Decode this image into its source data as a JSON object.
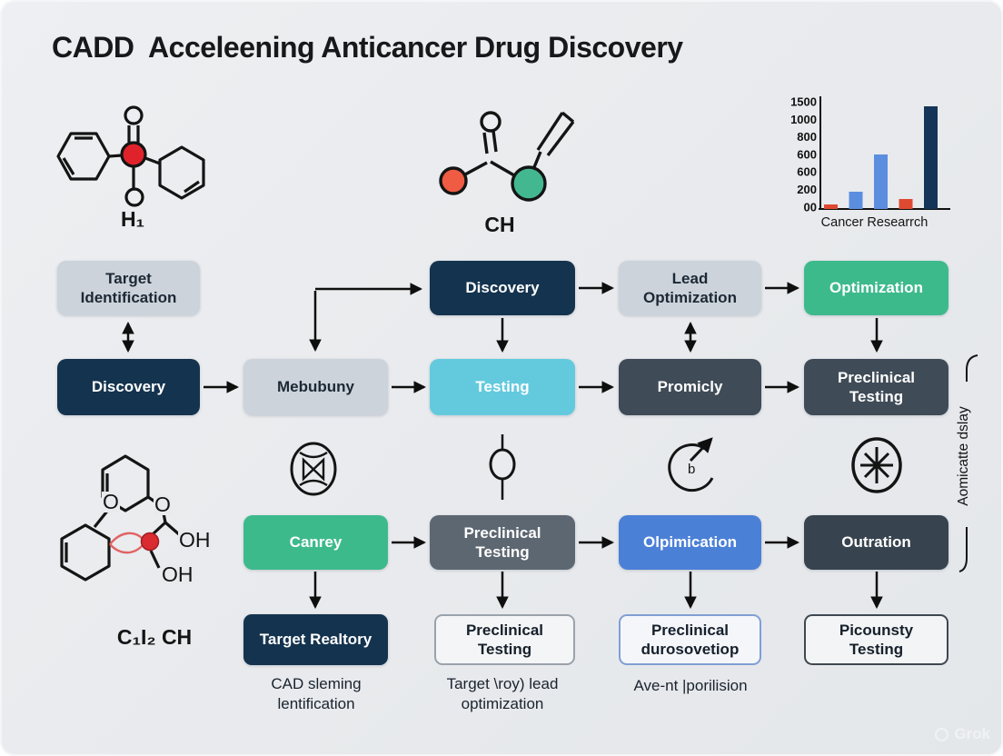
{
  "title": "CADD  Acceleening Anticancer Drug Discovery",
  "molecules": {
    "top_left_label": "H₁",
    "middle_label": "CH",
    "bottom_left_label": "C₁I₂ CH",
    "bottom_left_atoms": {
      "o1": "O",
      "o2": "O",
      "oh1": "OH",
      "oh2": "OH"
    }
  },
  "chart_data": {
    "type": "bar",
    "title": "",
    "xlabel": "Cancer Researrch",
    "ylabel": "",
    "ytick_labels": [
      "1500",
      "1000",
      "800",
      "600",
      "600",
      "200",
      "00"
    ],
    "categories": [
      "",
      "",
      "",
      "",
      ""
    ],
    "values": [
      60,
      250,
      800,
      150,
      1500
    ],
    "bar_colors": [
      "#dd4a31",
      "#5b8ede",
      "#5b8ede",
      "#dd4a31",
      "#143557"
    ],
    "ylim": [
      0,
      1500
    ],
    "grid": false,
    "legend": false,
    "axis_color": "#111111"
  },
  "flow": {
    "row1": [
      {
        "label": "Target Identification",
        "variant": "gray"
      },
      {
        "label": "Discovery",
        "variant": "navy"
      },
      {
        "label": "Lead Optimization",
        "variant": "gray"
      },
      {
        "label": "Optimization",
        "variant": "green"
      }
    ],
    "row2": [
      {
        "label": "Discovery",
        "variant": "navy"
      },
      {
        "label": "Mebubuny",
        "variant": "gray"
      },
      {
        "label": "Testing",
        "variant": "cyan"
      },
      {
        "label": "Promicly",
        "variant": "slate"
      },
      {
        "label": "Preclinical Testing",
        "variant": "slate"
      }
    ],
    "row3": [
      {
        "label": "Canrey",
        "variant": "green"
      },
      {
        "label": "Preclinical Testing",
        "variant": "slate2"
      },
      {
        "label": "Olpimication",
        "variant": "blue"
      },
      {
        "label": "Outration",
        "variant": "dark"
      }
    ],
    "row4": [
      {
        "label": "Target Realtory",
        "variant": "navy"
      },
      {
        "label": "Preclinical Testing",
        "variant": "outline-gray"
      },
      {
        "label": "Preclinical durosovetiop",
        "variant": "outline-blue"
      },
      {
        "label": "Picounsty Testing",
        "variant": "outline-dark"
      }
    ],
    "captions": [
      "CAD sleming lentification",
      "Target \\roy) lead optimization",
      "Ave-nt |porilision"
    ]
  },
  "side_label": "Aomicatte dslay",
  "icons": [
    "orbital-bowtie-icon",
    "node-connector-icon",
    "cycle-arrow-icon",
    "asterisk-ellipse-icon"
  ],
  "colors": {
    "background": "#e8eaed",
    "navy": "#14334e",
    "green": "#3dba8c",
    "cyan": "#63cade",
    "blue": "#4b80d7",
    "slate": "#3f4b57",
    "gray_box": "#ccd3da",
    "red_atom": "#d92b30",
    "green_atom": "#43b790",
    "orange_atom": "#ef5b43"
  },
  "watermark": "Grok"
}
